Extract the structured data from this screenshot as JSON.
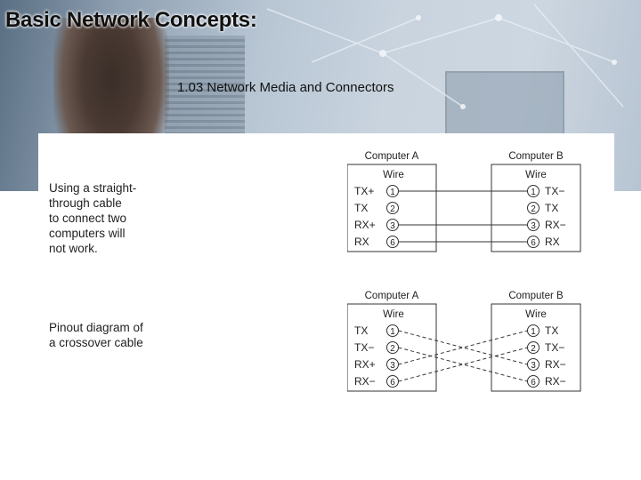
{
  "slide": {
    "title": "Basic Network Concepts:",
    "subtitle": "1.03 Network Media and Connectors"
  },
  "captions": {
    "straight": "Using a straight-\nthrough cable\nto connect two\ncomputers will\nnot work.",
    "crossover": "Pinout diagram of\na crossover cable"
  },
  "diagrams": {
    "straight": {
      "computer_a": "Computer A",
      "computer_b": "Computer B",
      "wire_a": "Wire",
      "wire_b": "Wire",
      "left_pins": [
        {
          "label": "TX+",
          "num": "1"
        },
        {
          "label": "TX",
          "num": "2"
        },
        {
          "label": "RX+",
          "num": "3"
        },
        {
          "label": "RX",
          "num": "6"
        }
      ],
      "right_pins": [
        {
          "label": "TX−",
          "num": "1"
        },
        {
          "label": "TX",
          "num": "2"
        },
        {
          "label": "RX−",
          "num": "3"
        },
        {
          "label": "RX",
          "num": "6"
        }
      ]
    },
    "crossover": {
      "computer_a": "Computer A",
      "computer_b": "Computer B",
      "wire_a": "Wire",
      "wire_b": "Wire",
      "left_pins": [
        {
          "label": "TX",
          "num": "1"
        },
        {
          "label": "TX−",
          "num": "2"
        },
        {
          "label": "RX+",
          "num": "3"
        },
        {
          "label": "RX−",
          "num": "6"
        }
      ],
      "right_pins": [
        {
          "label": "TX",
          "num": "1"
        },
        {
          "label": "TX−",
          "num": "2"
        },
        {
          "label": "RX−",
          "num": "3"
        },
        {
          "label": "RX−",
          "num": "6"
        }
      ]
    }
  }
}
